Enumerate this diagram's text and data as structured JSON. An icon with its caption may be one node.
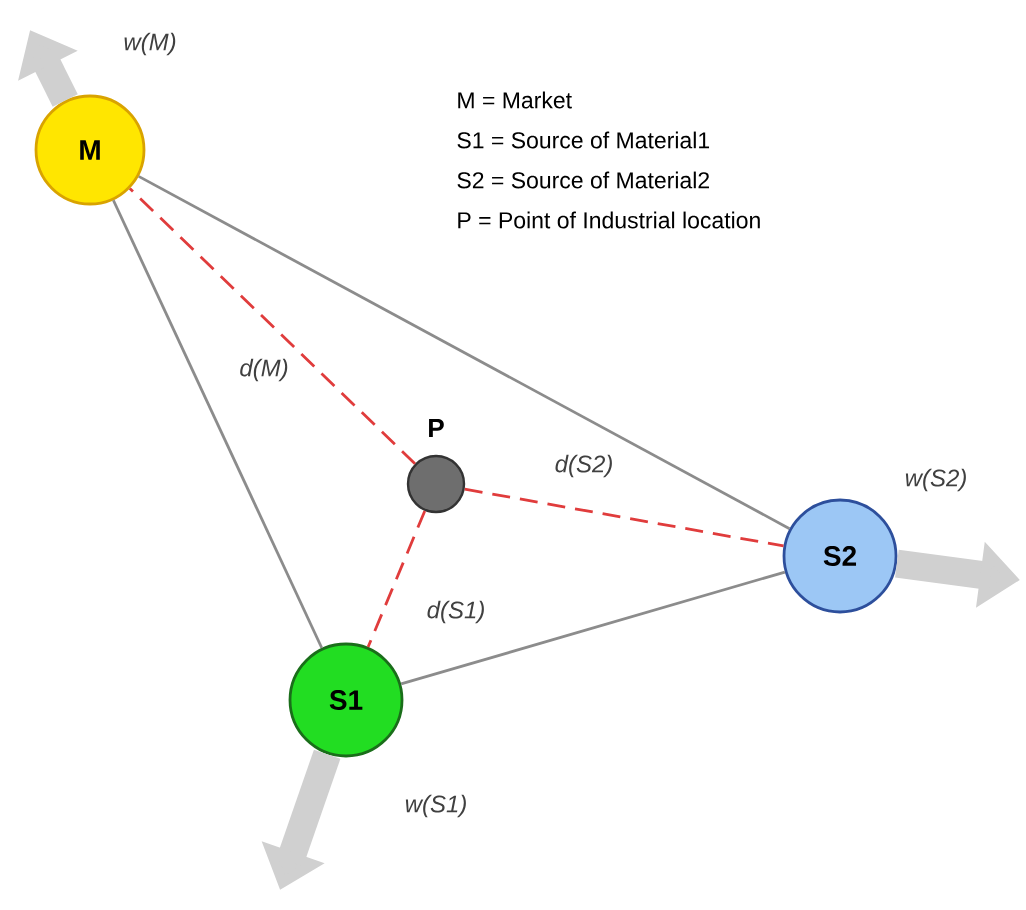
{
  "diagram": {
    "nodes": [
      {
        "text": [
          "M"
        ]
      },
      {
        "text": [
          "S1"
        ]
      },
      {
        "text": [
          "S2"
        ]
      },
      {
        "text": [
          "P"
        ]
      }
    ],
    "edges": [
      {
        "from": 0,
        "to": 1,
        "arrow": "none"
      },
      {
        "from": 0,
        "to": 2,
        "arrow": "none"
      },
      {
        "from": 1,
        "to": 2,
        "arrow": "none"
      },
      {
        "from": 3,
        "to": 0,
        "arrow": "none",
        "label": "d(M)",
        "style": "dashed",
        "color": "#e03c3c"
      },
      {
        "from": 3,
        "to": 2,
        "arrow": "none",
        "label": "d(S2)",
        "style": "dashed",
        "color": "#e03c3c"
      },
      {
        "from": 3,
        "to": 1,
        "arrow": "none",
        "label": "d(S1)",
        "style": "dashed",
        "color": "#e03c3c"
      },
      {
        "from": 0,
        "to": null,
        "arrow": "to",
        "label": "w(M)",
        "style": "thick",
        "color": "#d0d0d0"
      },
      {
        "from": 1,
        "to": null,
        "arrow": "to",
        "label": "w(S1)",
        "style": "thick",
        "color": "#d0d0d0"
      },
      {
        "from": 2,
        "to": null,
        "arrow": "to",
        "label": "w(S2)",
        "style": "thick",
        "color": "#d0d0d0"
      }
    ],
    "labels": [
      "M = Market",
      "S1 = Source of Material1",
      "S2 = Source of Material2",
      "P  = Point of Industrial location"
    ]
  }
}
